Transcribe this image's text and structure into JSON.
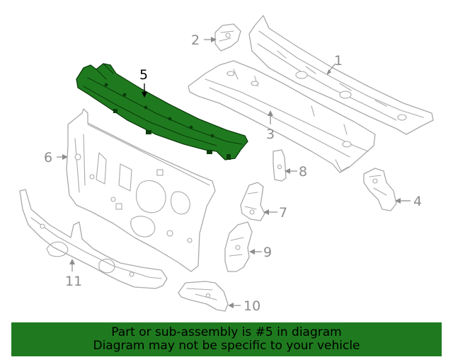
{
  "callouts": {
    "c1": "1",
    "c2": "2",
    "c3": "3",
    "c4": "4",
    "c5": "5",
    "c6": "6",
    "c7": "7",
    "c8": "8",
    "c9": "9",
    "c10": "10",
    "c11": "11"
  },
  "highlighted_part": "5",
  "colors": {
    "highlight": "#1f7a1f",
    "banner": "#1f7a1f",
    "line_art": "#a9a9a9"
  },
  "banner": {
    "line1": "Part or sub-assembly is #5 in diagram",
    "line2": "Diagram may not be specific to your vehicle"
  }
}
